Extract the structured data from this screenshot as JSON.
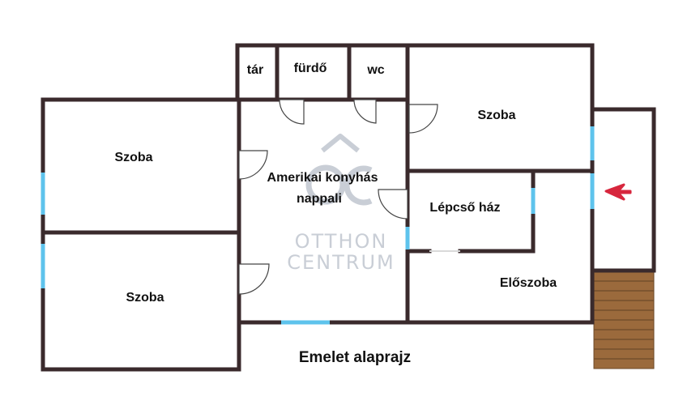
{
  "rooms": {
    "tar": "tár",
    "furdo": "fürdő",
    "wc": "wc",
    "szoba_top_right": "Szoba",
    "szoba_left_top": "Szoba",
    "szoba_left_bottom": "Szoba",
    "nappali_line1": "Amerikai konyhás",
    "nappali_line2": "nappali",
    "lepcsohaz": "Lépcső ház",
    "eloszoba": "Előszoba"
  },
  "title": "Emelet alaprajz",
  "watermark": {
    "monogram": "OC",
    "line1": "OTTHON",
    "line2": "CENTRUM"
  },
  "colors": {
    "wall": "#3a2a2c",
    "window": "#5ec3ec",
    "entrance_arrow": "#d7263d",
    "stairs": "#9b6a3c",
    "watermark": "#c9ced6"
  },
  "icons": {
    "entrance": "entrance-arrow-icon",
    "stairs": "stairs-icon",
    "door": "door-swing-icon"
  }
}
